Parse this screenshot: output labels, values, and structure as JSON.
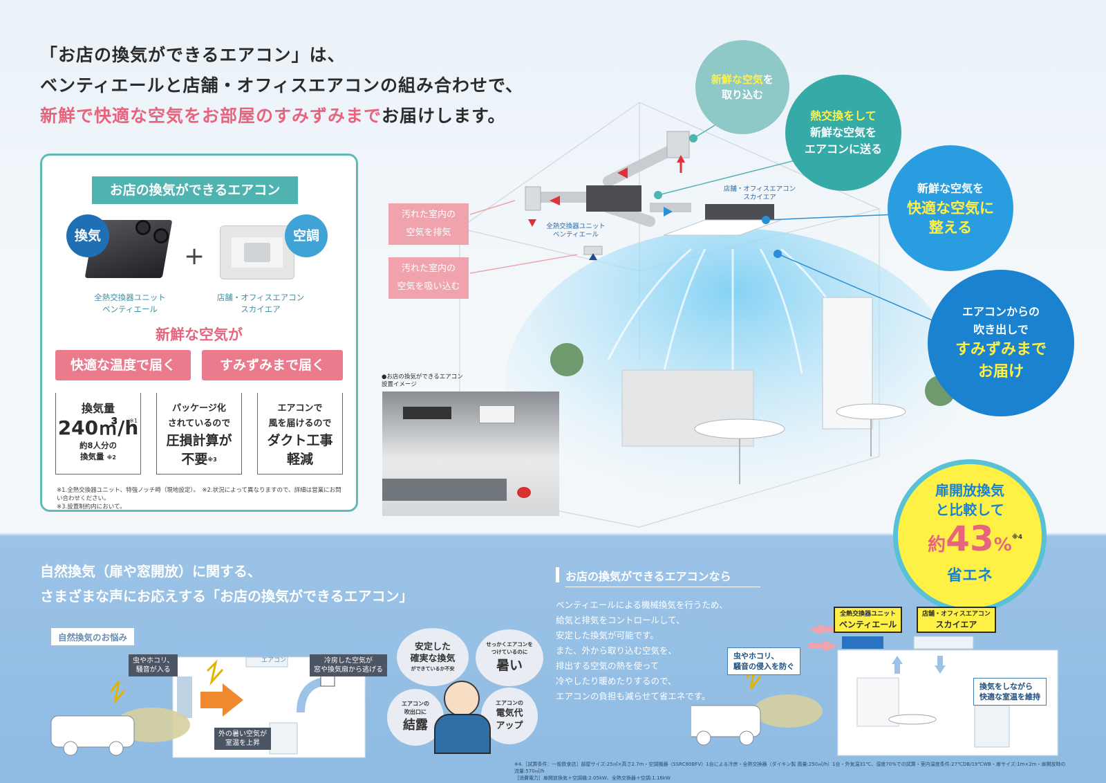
{
  "headline": {
    "line1": "「お店の換気ができるエアコン」は、",
    "line2": "ベンティエールと店舗・オフィスエアコンの組み合わせで、",
    "line3_highlight": "新鮮で快適な空気をお部屋のすみずみまで",
    "line3_rest": "お届けします。"
  },
  "card": {
    "title": "お店の換気ができるエアコン",
    "badge_vent": "換気",
    "badge_ac": "空調",
    "plus": "+",
    "unit1_caption_1": "全熱交換器ユニット",
    "unit1_caption_2": "ベンティエール",
    "unit2_caption_1": "店舗・オフィスエアコン",
    "unit2_caption_2": "スカイエア",
    "fresh_air": "新鮮な空気が",
    "btn_temp": "快適な温度で届く",
    "btn_every": "すみずみまで届く",
    "feature1": {
      "s1": "換気量",
      "b": "240㎥/h",
      "note1": "※1",
      "s2": "約8人分の",
      "s3": "換気量",
      "note2": "※2"
    },
    "feature2": {
      "s1": "パッケージ化",
      "s2": "されているので",
      "b1": "圧損計算が",
      "b2": "不要",
      "note": "※3"
    },
    "feature3": {
      "s1": "エアコンで",
      "s2": "風を届けるので",
      "b1": "ダクト工事",
      "b2": "軽減"
    },
    "footnote1": "※1.全熱交換器ユニット、特強ノッチ時（現地設定）。　※2.状況によって異なりますので、詳細は営業にお問い合わせください。",
    "footnote2": "※3.設置制約内において。"
  },
  "room": {
    "label_exhaust_1": "汚れた室内の",
    "label_exhaust_2": "空気を排気",
    "label_intake_1": "汚れた室内の",
    "label_intake_2": "空気を吸い込む",
    "unit_label_1": "全熱交換器ユニット",
    "unit_label_2": "ベンティエール",
    "ac_label_1": "店舗・オフィスエアコン",
    "ac_label_2": "スカイエア",
    "photo_caption_1": "●お店の換気ができるエアコン",
    "photo_caption_2": "設置イメージ"
  },
  "bubbles": {
    "b1_hl": "新鮮な空気",
    "b1_rest": "を",
    "b1_l2": "取り込む",
    "b2_hl": "熱交換をして",
    "b2_l2": "新鮮な空気を",
    "b2_l3": "エアコンに送る",
    "b3_l1": "新鮮な空気を",
    "b3_hl1": "快適な空気に",
    "b3_hl2": "整える",
    "b4_l1": "エアコンからの",
    "b4_l2": "吹き出しで",
    "b4_hl1": "すみずみまで",
    "b4_hl2": "お届け"
  },
  "savings": {
    "l1": "扉開放換気",
    "l2": "と比較して",
    "prefix": "約",
    "value": "43",
    "unit": "%",
    "note": "※4",
    "l3": "省エネ"
  },
  "bottom": {
    "head1": "自然換気（扉や窓開放）に関する、",
    "head2": "さまざまな声にお応えする「お店の換気ができるエアコン」",
    "worry_tag": "自然換気のお悩み",
    "tag_bugs_1": "虫やホコリ、",
    "tag_bugs_2": "騒音が入る",
    "tag_ac": "エアコン",
    "tag_cool_1": "冷房した空気が",
    "tag_cool_2": "窓や換気扇から逃げる",
    "tag_hot_1": "外の暑い空気が",
    "tag_hot_2": "室温を上昇",
    "voice1_1": "安定した",
    "voice1_2": "確実な換気",
    "voice1_3": "ができているか不安",
    "voice2_1": "せっかくエアコンを",
    "voice2_2": "つけているのに",
    "voice2_3": "暑い",
    "voice3_1": "エアコンの",
    "voice3_2": "吹出口に",
    "voice3_3": "結露",
    "voice4_1": "エアコンの",
    "voice4_2": "電気代",
    "voice4_3": "アップ",
    "right_sub": "お店の換気ができるエアコンなら",
    "right_body": [
      "ベンティエールによる機械換気を行うため、",
      "給気と排気をコントロールして、",
      "安定した換気が可能です。",
      "また、外から取り込む空気を、",
      "排出する空気の熱を使って",
      "冷やしたり暖めたりするので、",
      "エアコンの負担も減らせて省エネです。"
    ],
    "ytag1_1": "全熱交換器ユニット",
    "ytag1_2": "ベンティエール",
    "ytag2_1": "店舗・オフィスエアコン",
    "ytag2_2": "スカイエア",
    "box_bugs_1": "虫やホコリ、",
    "box_bugs_2": "騒音の侵入を防ぐ",
    "box_vent_1": "換気をしながら",
    "box_vent_2": "快適な室温を維持",
    "foot1": "※4.［試算条件：一般飲食店］部屋サイズ:25㎡×高さ2.7m・空調機器（SSRC80BFV）1台による冷房・全熱交換器（ダイキン製 風量:250㎥/h）1台・外気温31℃、湿度70%での試算・室内温度条件:27℃DB/19℃WB・扉サイズ:1m×2m・扉開放時の流量:570㎥/h",
    "foot2": "［消費電力］扉開放換気＋空調機:2.05kW、全熱交換器＋空調:1.16kW"
  },
  "colors": {
    "teal": "#4fb3b0",
    "pink": "#e5657e",
    "blue": "#2a8fd6",
    "yellow": "#fff046",
    "bottom_bg": "#8fbbe3"
  }
}
